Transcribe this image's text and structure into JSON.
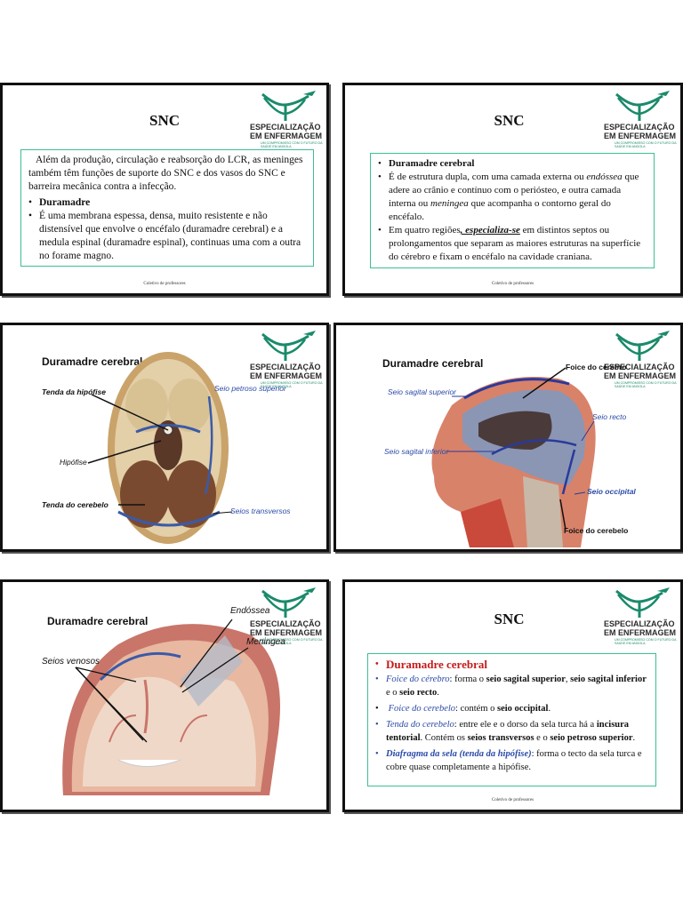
{
  "logo": {
    "line1": "ESPECIALIZAÇÃO",
    "line2": "EM ENFERMAGEM",
    "tagline": "UM COMPROMISSO COM O FUTURO DA SAÚDE EM ANGOLA",
    "color": "#1a8a6a"
  },
  "slides": {
    "s1": {
      "title": "SNC",
      "intro": "Além da produção, circulação e reabsorção do LCR, as meninges também têm funções de suporte do SNC e dos vasos do SNC e barreira mecânica contra a infecção.",
      "b1": "Duramadre",
      "b2": "É uma membrana espessa, densa, muito resistente e não distensível que envolve o encéfalo (duramadre cerebral) e a medula espinal (duramadre espinal), continuas uma com a outra no forame magno.",
      "footer": "Coletivo de professores"
    },
    "s2": {
      "title": "SNC",
      "b1": "Duramadre cerebral",
      "b2_a": "É de estrutura dupla, com uma camada externa ou ",
      "b2_em1": "endóssea",
      "b2_b": " que adere ao crânio e contínuo com o periósteo, e outra camada interna ou ",
      "b2_em2": "meningea",
      "b2_c": " que acompanha o contorno geral do encéfalo.",
      "b3_a": "Em quatro regiões",
      "b3_em": ", especializa-se",
      "b3_b": " em distintos septos ou prolongamentos que separam as maiores estruturas na superfície do cérebro e fixam o encéfalo na cavidade craniana.",
      "footer": "Coletivo de professores"
    },
    "s3": {
      "title": "Duramadre cerebral",
      "labels": {
        "tenda_hipofise": "Tenda da hipófise",
        "petroso": "Seio petroso superior",
        "hipofise": "Hipófise",
        "tenda_cerebelo": "Tenda do cerebelo",
        "transversos": "Seios transversos"
      }
    },
    "s4": {
      "title": "Duramadre cerebral",
      "labels": {
        "foice_cerebro": "Foice do cérebro",
        "sagital_sup": "Seio sagital superior",
        "recto": "Seio recto",
        "sagital_inf": "Seio sagital inferior",
        "occipital": "Seio occipital",
        "foice_cerebelo": "Foice do cerebelo"
      }
    },
    "s5": {
      "title": "Duramadre cerebral",
      "labels": {
        "endossea": "Endóssea",
        "meningea": "Meningea",
        "venosos": "Seios venosos"
      }
    },
    "s6": {
      "title": "SNC",
      "b1": "Duramadre cerebral",
      "b2_em": "Foice do cérebro",
      "b2_a": ": forma o ",
      "b2_s1": "seio sagital superior",
      "b2_b": ", ",
      "b2_s2": "seio sagital inferior",
      "b2_c": " e o ",
      "b2_s3": "seio recto",
      "b2_d": ".",
      "b3_em": "Foice do cerebelo",
      "b3_a": ": contém o ",
      "b3_s1": "seio occipital",
      "b3_b": ".",
      "b4_em": "Tenda do cerebelo",
      "b4_a": ": entre ele e o dorso da sela turca há a ",
      "b4_s1": "incisura tentorial",
      "b4_b": ". Contém os ",
      "b4_s2": "seios transversos",
      "b4_c": " e o ",
      "b4_s3": "seio petroso superior",
      "b4_d": ".",
      "b5_em": "Diafragma da sela (tenda da hipófise)",
      "b5_a": ": forma o tecto da sela turca e cobre quase completamente a hipófise.",
      "footer": "Coletivo de professores"
    }
  }
}
